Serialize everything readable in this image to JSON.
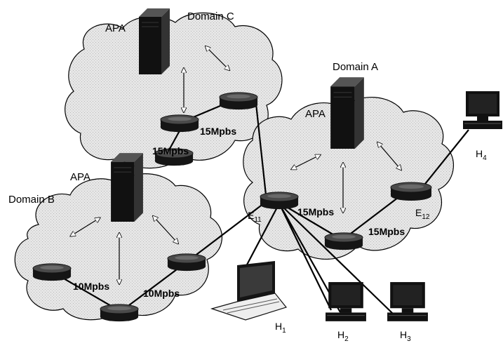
{
  "domains": {
    "a": {
      "label": "Domain A"
    },
    "b": {
      "label": "Domain B"
    },
    "c": {
      "label": "Domain C"
    }
  },
  "apa": {
    "a": "APA",
    "b": "APA",
    "c": "APA"
  },
  "links": {
    "c_lower": "15Mpbs",
    "c_upper": "15Mpbs",
    "a_to_e11": "15Mpbs",
    "a_right": "15Mpbs",
    "b_left": "10Mpbs",
    "b_right": "10Mpbs"
  },
  "edge_routers": {
    "e11": {
      "letter": "E",
      "index": "11"
    },
    "e12": {
      "letter": "E",
      "index": "12"
    }
  },
  "hosts": {
    "h1": {
      "letter": "H",
      "index": "1"
    },
    "h2": {
      "letter": "H",
      "index": "2"
    },
    "h3": {
      "letter": "H",
      "index": "3"
    },
    "h4": {
      "letter": "H",
      "index": "4"
    }
  },
  "icons": {
    "server": "server-icon",
    "router": "router-icon",
    "desktop": "desktop-computer-icon",
    "laptop": "laptop-icon"
  },
  "colors": {
    "cloud_fill": "#e6e6e6",
    "device": "#111111",
    "link": "#000000"
  }
}
